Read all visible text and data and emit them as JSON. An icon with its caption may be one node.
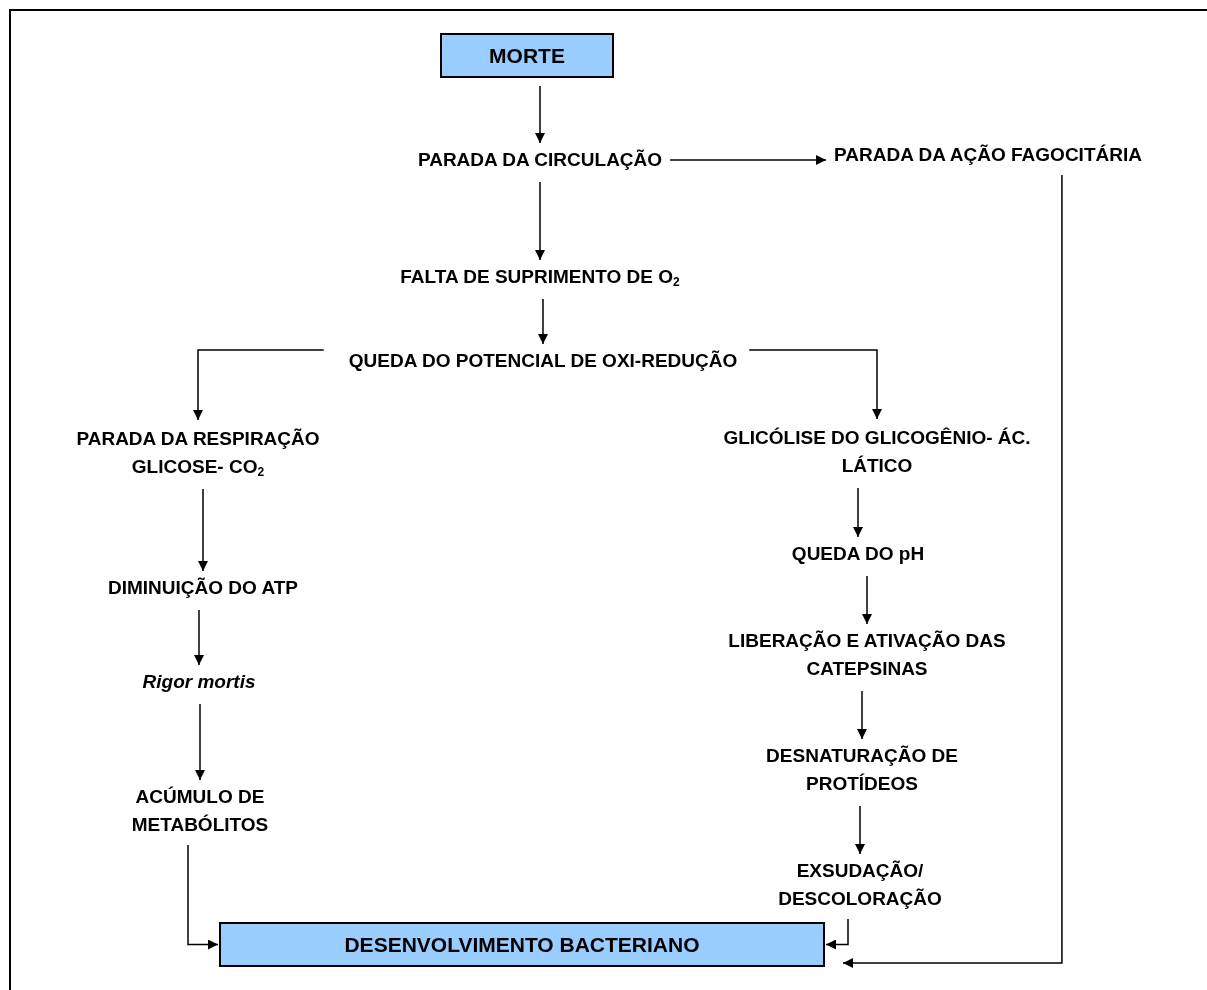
{
  "diagram": {
    "nodes": [
      {
        "text": [
          "MORTE"
        ]
      },
      {
        "text": [
          "PARADA DA CIRCULAÇÃO"
        ]
      },
      {
        "text": [
          "PARADA DA AÇÃO FAGOCITÁRIA"
        ]
      },
      {
        "text": [
          "FALTA DE SUPRIMENTO DE O$_{2}$"
        ]
      },
      {
        "text": [
          "QUEDA DO POTENCIAL DE OXI-REDUÇÃO"
        ]
      },
      {
        "text": [
          "PARADA DA RESPIRAÇÃO GLICOSE- CO$_{2}$"
        ]
      },
      {
        "text": [
          "GLICÓLISE DO GLICOGÊNIO- ÁC. LÁTICO"
        ]
      },
      {
        "text": [
          "DIMINUIÇÃO DO ATP"
        ]
      },
      {
        "text": [
          "QUEDA DO pH"
        ]
      },
      {
        "text": [
          "Rigor mortis"
        ]
      },
      {
        "text": [
          "LIBERAÇÃO E ATIVAÇÃO DAS CATEPSINAS"
        ]
      },
      {
        "text": [
          "ACÚMULO DE METABÓLITOS"
        ]
      },
      {
        "text": [
          "DESNATURAÇÃO DE PROTÍDEOS"
        ]
      },
      {
        "text": [
          "EXSUDAÇÃO/ DESCOLORAÇÃO"
        ]
      },
      {
        "text": [
          "DESENVOLVIMENTO BACTERIANO"
        ]
      }
    ],
    "edges": [
      {
        "from": 0,
        "to": 1,
        "arrow": "to"
      },
      {
        "from": 1,
        "to": 2,
        "arrow": "to"
      },
      {
        "from": 1,
        "to": 3,
        "arrow": "to"
      },
      {
        "from": 3,
        "to": 4,
        "arrow": "to"
      },
      {
        "from": 4,
        "to": 5,
        "arrow": "to"
      },
      {
        "from": 4,
        "to": 6,
        "arrow": "to"
      },
      {
        "from": 5,
        "to": 7,
        "arrow": "to"
      },
      {
        "from": 7,
        "to": 9,
        "arrow": "to"
      },
      {
        "from": 9,
        "to": 11,
        "arrow": "to"
      },
      {
        "from": 6,
        "to": 8,
        "arrow": "to"
      },
      {
        "from": 8,
        "to": 10,
        "arrow": "to"
      },
      {
        "from": 10,
        "to": 12,
        "arrow": "to"
      },
      {
        "from": 12,
        "to": 13,
        "arrow": "to"
      },
      {
        "from": 11,
        "to": 14,
        "arrow": "to"
      },
      {
        "from": 13,
        "to": 14,
        "arrow": "to"
      },
      {
        "from": 2,
        "to": 14,
        "arrow": "to"
      }
    ]
  }
}
